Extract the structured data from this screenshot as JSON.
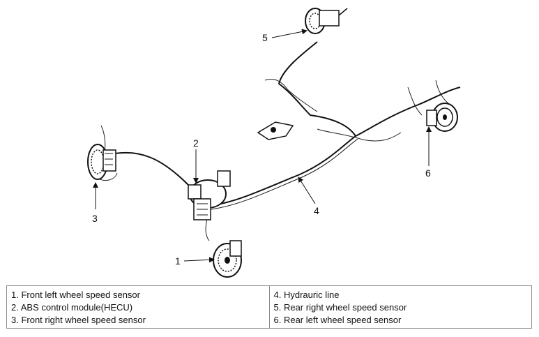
{
  "callouts": {
    "c1": "1",
    "c2": "2",
    "c3": "3",
    "c4": "4",
    "c5": "5",
    "c6": "6"
  },
  "legend": {
    "left": [
      "1. Front left wheel speed sensor",
      "2. ABS control module(HECU)",
      "3. Front right wheel speed sensor"
    ],
    "right": [
      "4. Hydrauric line",
      "5. Rear right wheel speed sensor",
      "6. Rear left wheel speed sensor"
    ]
  }
}
